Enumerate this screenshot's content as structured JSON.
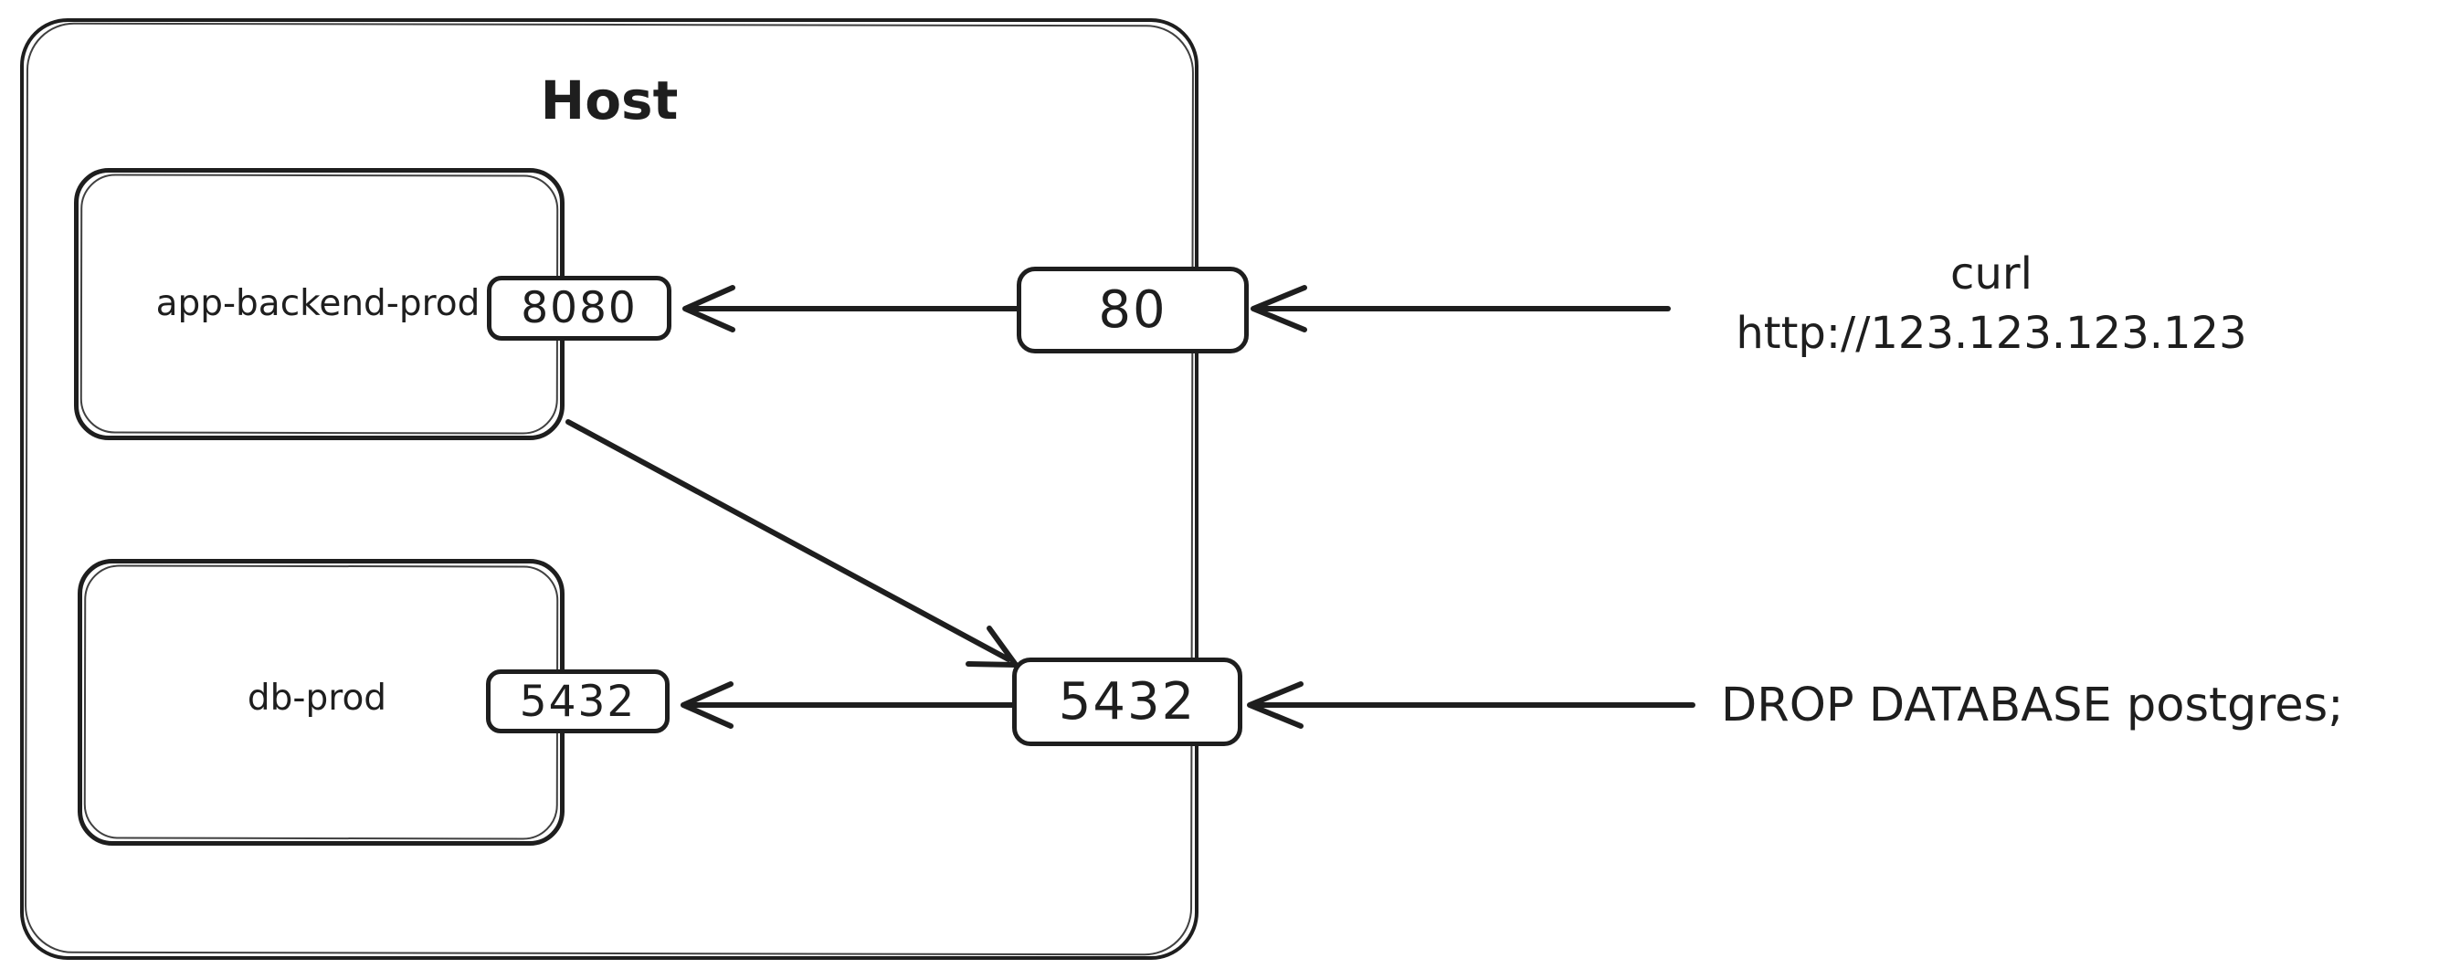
{
  "host": {
    "title": "Host"
  },
  "containers": {
    "app": {
      "label": "app-backend-prod",
      "port": "8080"
    },
    "db": {
      "label": "db-prod",
      "port": "5432"
    }
  },
  "host_ports": {
    "http": "80",
    "db": "5432"
  },
  "annotations": {
    "curl_line1": "curl",
    "curl_line2": "http://123.123.123.123",
    "sql": "DROP DATABASE postgres;"
  },
  "colors": {
    "stroke": "#1e1e1e",
    "background": "#ffffff"
  }
}
